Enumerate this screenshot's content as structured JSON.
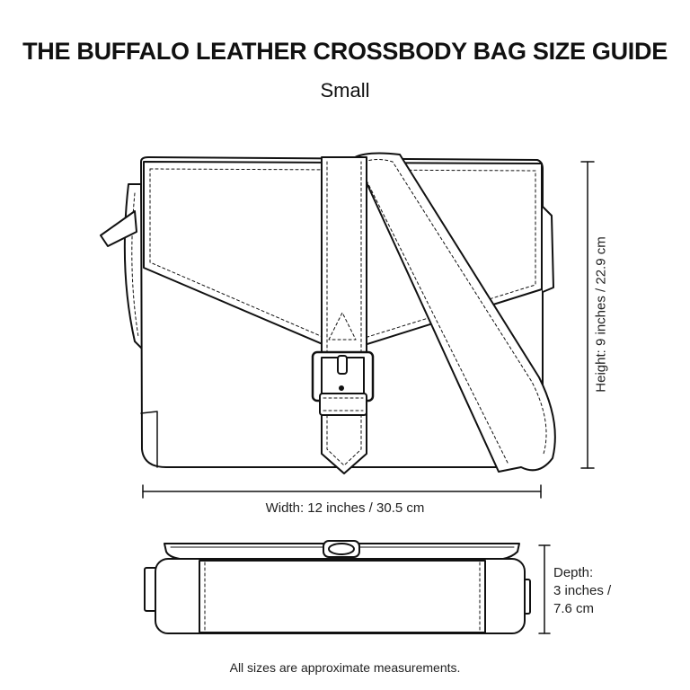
{
  "title": "THE BUFFALO LEATHER CROSSBODY BAG SIZE GUIDE",
  "subtitle": "Small",
  "dimensions": {
    "height": "Height: 9 inches / 22.9 cm",
    "width": "Width: 12 inches / 30.5 cm",
    "depth_lines": [
      "Depth:",
      "3 inches /",
      "7.6 cm"
    ]
  },
  "footnote": "All sizes are approximate measurements.",
  "colors": {
    "line": "#111111",
    "background": "#ffffff"
  }
}
